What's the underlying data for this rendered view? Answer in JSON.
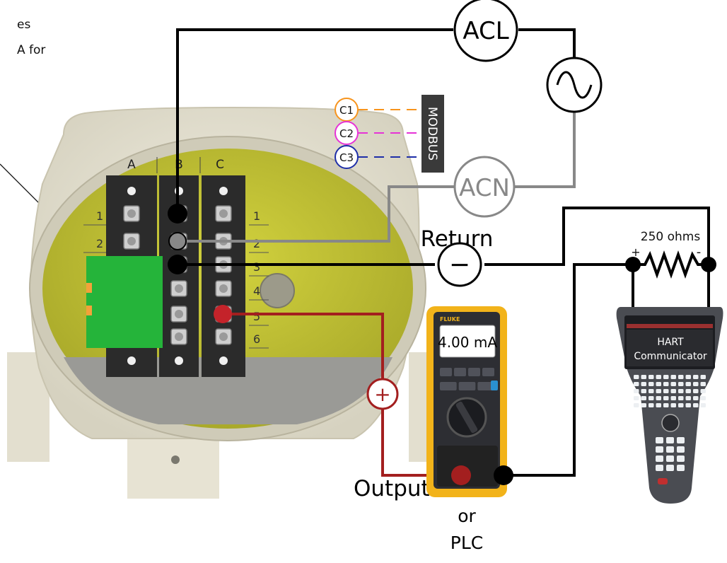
{
  "callout": {
    "line1": "es",
    "line2": "A for"
  },
  "terminal_block": {
    "columns": [
      "A",
      "B",
      "C"
    ],
    "rows": [
      "1",
      "2",
      "3",
      "4",
      "5",
      "6"
    ]
  },
  "circuit": {
    "acl": "ACL",
    "acn": "ACN",
    "return_label": "Return",
    "return_symbol": "−",
    "output_label": "Output",
    "output_symbol": "+",
    "resistor": {
      "label": "250 ohms",
      "plus": "+",
      "minus": "-"
    }
  },
  "modbus": {
    "label": "MODBUS",
    "channels": [
      {
        "label": "C1",
        "color": "#f7941d"
      },
      {
        "label": "C2",
        "color": "#e633d6"
      },
      {
        "label": "C3",
        "color": "#1e2ea8"
      }
    ]
  },
  "meter": {
    "reading": "4.00 mA",
    "brand": "FLUKE",
    "or": "or",
    "plc": "PLC"
  },
  "hart": {
    "line1": "HART",
    "line2": "Communicator"
  },
  "colors": {
    "wire_black": "#000000",
    "wire_gray": "#888888",
    "wire_red": "#a31f1f",
    "board_yellow": "#c8c836",
    "module_green": "#25b43a",
    "housing": "#e7e3d3",
    "meter_yellow": "#f2b31a",
    "hart_gray": "#4a4c52"
  }
}
